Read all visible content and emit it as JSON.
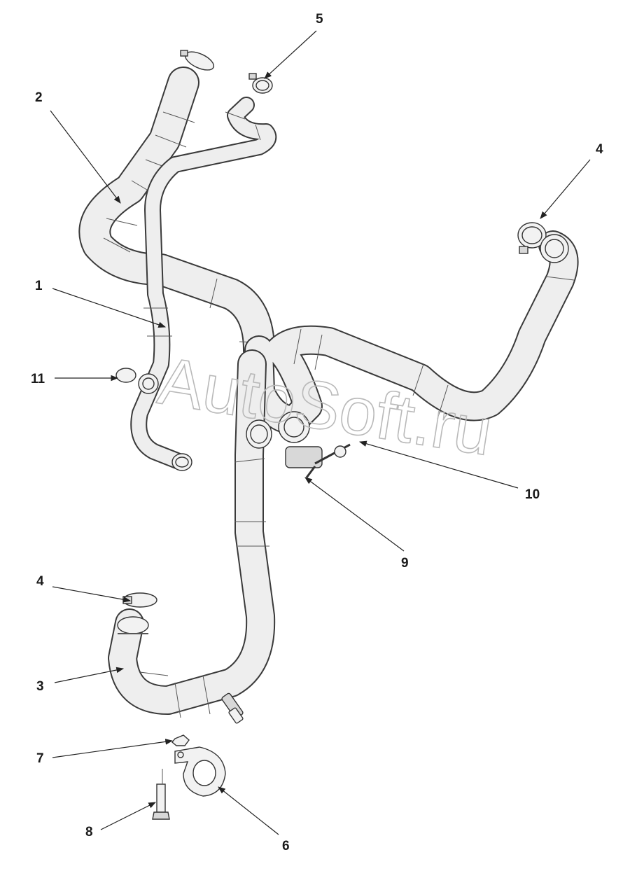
{
  "watermark": "AutoSoft.ru",
  "callouts": {
    "c1": "1",
    "c2": "2",
    "c3": "3",
    "c4a": "4",
    "c4b": "4",
    "c5": "5",
    "c6": "6",
    "c7": "7",
    "c8": "8",
    "c9": "9",
    "c10": "10",
    "c11": "11"
  }
}
